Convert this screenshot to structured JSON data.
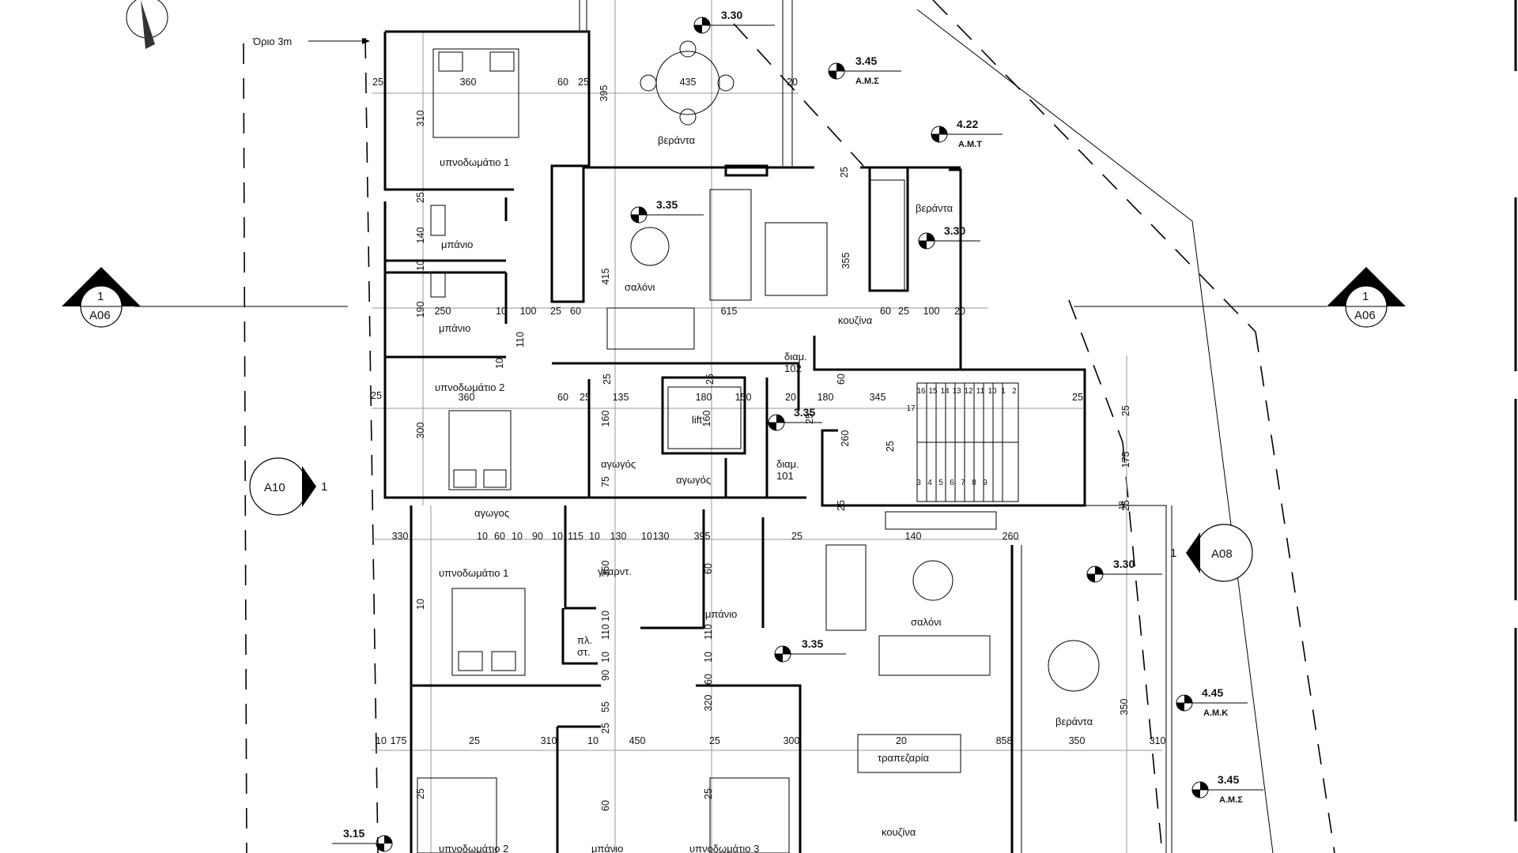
{
  "boundary_label": "Όριο 3m",
  "rooms": [
    {
      "id": "r1",
      "label": "υπνοδωμάτιο 1"
    },
    {
      "id": "r2",
      "label": "μπάνιο"
    },
    {
      "id": "r3",
      "label": "μπάνιο"
    },
    {
      "id": "r4",
      "label": "υπνοδωμάτιο 2"
    },
    {
      "id": "r5",
      "label": "βεράντα"
    },
    {
      "id": "r6",
      "label": "σαλόνι"
    },
    {
      "id": "r7",
      "label": "κουζίνα"
    },
    {
      "id": "r8",
      "label": "βεράντα"
    },
    {
      "id": "r9",
      "label": "διαμ.\n102"
    },
    {
      "id": "r10",
      "label": "lift"
    },
    {
      "id": "r11",
      "label": "αγωγός"
    },
    {
      "id": "r12",
      "label": "αγωγός"
    },
    {
      "id": "r13",
      "label": "διαμ.\n101"
    },
    {
      "id": "r14",
      "label": "αγωγος"
    },
    {
      "id": "r15",
      "label": "υπνοδωμάτιο 1"
    },
    {
      "id": "r16",
      "label": "γκαρντ."
    },
    {
      "id": "r17",
      "label": "μπάνιο"
    },
    {
      "id": "r18",
      "label": "πλ.\nστ."
    },
    {
      "id": "r19",
      "label": "σαλόνι"
    },
    {
      "id": "r20",
      "label": "βεράντα"
    },
    {
      "id": "r21",
      "label": "τραπεζαρία"
    },
    {
      "id": "r22",
      "label": "κουζίνα"
    },
    {
      "id": "r23",
      "label": "υπνοδωμάτιο 2"
    },
    {
      "id": "r24",
      "label": "μπάνιο"
    },
    {
      "id": "r25",
      "label": "υπνοδωμάτιο 3"
    }
  ],
  "levels": [
    {
      "value": "3.30",
      "code": ""
    },
    {
      "value": "3.45",
      "code": "Α.Μ.Σ"
    },
    {
      "value": "4.22",
      "code": "Α.Μ.Τ"
    },
    {
      "value": "3.35",
      "code": ""
    },
    {
      "value": "3.30",
      "code": ""
    },
    {
      "value": "3.35",
      "code": ""
    },
    {
      "value": "3.30",
      "code": ""
    },
    {
      "value": "3.35",
      "code": ""
    },
    {
      "value": "4.45",
      "code": "Α.Μ.Κ"
    },
    {
      "value": "3.45",
      "code": "Α.Μ.Σ"
    },
    {
      "value": "3.15",
      "code": ""
    }
  ],
  "section_markers": [
    {
      "num": "1",
      "ref": "A06"
    },
    {
      "num": "1",
      "ref": "A06"
    },
    {
      "num": "1",
      "ref": "A10"
    },
    {
      "num": "1",
      "ref": "A08"
    }
  ],
  "dimensions": [
    "25",
    "360",
    "60",
    "25",
    "395",
    "435",
    "20",
    "310",
    "25",
    "140",
    "10",
    "190",
    "250",
    "10",
    "100",
    "25",
    "60",
    "415",
    "615",
    "355",
    "25",
    "60",
    "25",
    "100",
    "20",
    "110",
    "10",
    "25",
    "360",
    "60",
    "25",
    "135",
    "25",
    "180",
    "25",
    "150",
    "20",
    "180",
    "345",
    "25",
    "60",
    "25",
    "160",
    "160",
    "300",
    "25",
    "260",
    "75",
    "175",
    "25",
    "25",
    "25",
    "330",
    "10",
    "60",
    "10",
    "90",
    "10",
    "115",
    "10",
    "130",
    "10",
    "130",
    "395",
    "25",
    "140",
    "260",
    "350",
    "60",
    "10",
    "10",
    "110",
    "110",
    "10",
    "10",
    "90",
    "60",
    "55",
    "25",
    "320",
    "10",
    "175",
    "25",
    "310",
    "10",
    "450",
    "25",
    "300",
    "20",
    "858",
    "350",
    "310",
    "350",
    "25",
    "60",
    "25",
    "18",
    "17",
    "16",
    "15",
    "14",
    "13",
    "12",
    "11",
    "10",
    "1",
    "2",
    "3",
    "4",
    "5",
    "6",
    "7",
    "8",
    "9"
  ]
}
